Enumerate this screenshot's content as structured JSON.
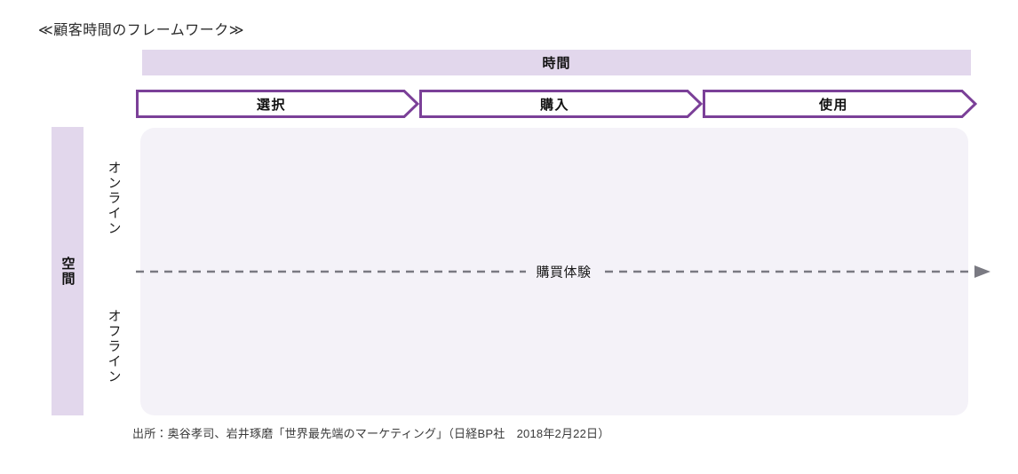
{
  "title": "≪顧客時間のフレームワーク≫",
  "axes": {
    "time": {
      "label": "時間",
      "band_color": "#E2D7EC"
    },
    "space": {
      "label": "空間",
      "band_color": "#E2D7EC",
      "segments": [
        {
          "label": "オンライン"
        },
        {
          "label": "オフライン"
        }
      ]
    }
  },
  "stages": [
    {
      "label": "選択"
    },
    {
      "label": "購入"
    },
    {
      "label": "使用"
    }
  ],
  "experience_axis": {
    "label": "購買体験",
    "line_style": "dashed",
    "arrow": "right",
    "color": "#7A7A82"
  },
  "panel": {
    "background": "#F4F2F8"
  },
  "colors": {
    "accent_purple": "#7B4098",
    "band_lavender": "#E2D7EC",
    "panel_lavender": "#F4F2F8",
    "text": "#1a1a1a"
  },
  "source": "出所：奥谷孝司、岩井琢磨「世界最先端のマーケティング」（日経BP社　2018年2月22日）"
}
